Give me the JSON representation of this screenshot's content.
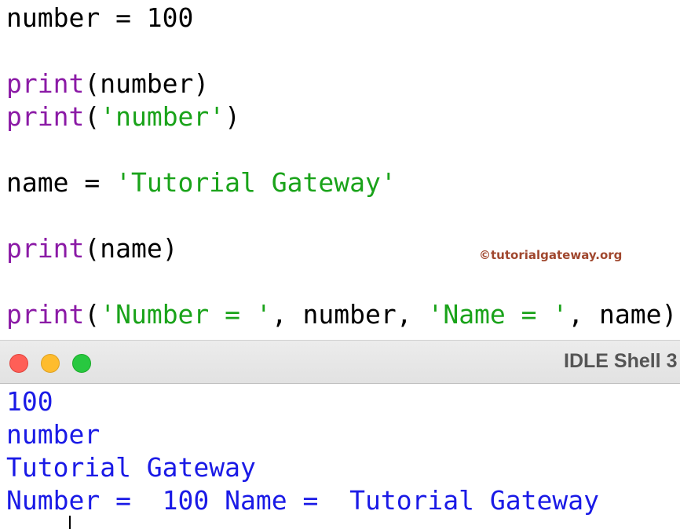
{
  "editor": {
    "lines": [
      [
        {
          "t": "number = 100",
          "c": "plain"
        }
      ],
      [
        {
          "t": "print",
          "c": "kw"
        },
        {
          "t": "(number)",
          "c": "plain"
        }
      ],
      [
        {
          "t": "print",
          "c": "kw"
        },
        {
          "t": "(",
          "c": "plain"
        },
        {
          "t": "'number'",
          "c": "str"
        },
        {
          "t": ")",
          "c": "plain"
        }
      ],
      [
        {
          "t": "name = ",
          "c": "plain"
        },
        {
          "t": "'Tutorial Gateway'",
          "c": "str"
        }
      ],
      [
        {
          "t": "print",
          "c": "kw"
        },
        {
          "t": "(name)",
          "c": "plain"
        }
      ],
      [
        {
          "t": "print",
          "c": "kw"
        },
        {
          "t": "(",
          "c": "plain"
        },
        {
          "t": "'Number = '",
          "c": "str"
        },
        {
          "t": ", number, ",
          "c": "plain"
        },
        {
          "t": "'Name = '",
          "c": "str"
        },
        {
          "t": ", name)",
          "c": "plain"
        }
      ]
    ],
    "watermark": "©tutorialgateway.org"
  },
  "shell": {
    "title": "IDLE Shell 3",
    "output": [
      "100",
      "number",
      "Tutorial Gateway",
      "Number =  100 Name =  Tutorial Gateway"
    ],
    "prompt": "..."
  },
  "colors": {
    "keyword": "#8b1aa6",
    "string": "#1aa31a",
    "output": "#1a1ae6",
    "close": "#ff5f57",
    "minimize": "#febc2e",
    "maximize": "#28c840"
  }
}
